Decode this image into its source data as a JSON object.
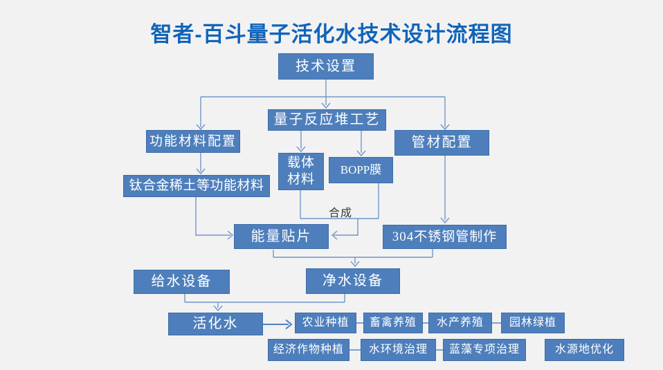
{
  "title": "智者-百斗量子活化水技术设计流程图",
  "synthesis_label": "合成",
  "colors": {
    "background": "#F2F2F3",
    "title": "#1164B9",
    "box_fill": "#4E7FBC",
    "box_border": "#3C6CA6",
    "box_text": "#FFFFFF",
    "line": "#7096C8",
    "arrow_strong": "#4F81BD",
    "row_connector": "#7DA0CE",
    "synthesis_text": "#383838"
  },
  "nodes": {
    "tech_setup": {
      "label": "技术设置"
    },
    "func_material_config": {
      "label": "功能材料配置"
    },
    "quantum_reactor": {
      "label": "量子反应堆工艺"
    },
    "pipe_config": {
      "label": "管材配置"
    },
    "titanium_material": {
      "label": "钛合金稀土等功能材料"
    },
    "carrier_material": {
      "label": "载体材料",
      "line1": "载体",
      "line2": "材料"
    },
    "bopp_film": {
      "label": "BOPP膜"
    },
    "energy_patch": {
      "label": "能量贴片"
    },
    "steel_pipe": {
      "label": "304不锈钢管制作"
    },
    "water_supply": {
      "label": "给水设备"
    },
    "water_purifier": {
      "label": "净水设备"
    },
    "activated_water": {
      "label": "活化水"
    },
    "agriculture": {
      "label": "农业种植"
    },
    "livestock": {
      "label": "畜禽养殖"
    },
    "aquaculture": {
      "label": "水产养殖"
    },
    "garden_plants": {
      "label": "园林绿植"
    },
    "cash_crops": {
      "label": "经济作物种植"
    },
    "water_env": {
      "label": "水环境治理"
    },
    "algae_control": {
      "label": "蓝藻专项治理"
    },
    "water_source": {
      "label": "水源地优化"
    }
  },
  "edges": [
    {
      "from": "tech_setup",
      "to": "func_material_config"
    },
    {
      "from": "tech_setup",
      "to": "quantum_reactor"
    },
    {
      "from": "tech_setup",
      "to": "pipe_config"
    },
    {
      "from": "func_material_config",
      "to": "titanium_material"
    },
    {
      "from": "quantum_reactor",
      "to": "carrier_material"
    },
    {
      "from": "quantum_reactor",
      "to": "bopp_film"
    },
    {
      "from": "carrier_material",
      "to": "energy_patch",
      "note": "合成"
    },
    {
      "from": "bopp_film",
      "to": "energy_patch",
      "note": "合成"
    },
    {
      "from": "titanium_material",
      "to": "energy_patch"
    },
    {
      "from": "pipe_config",
      "to": "steel_pipe"
    },
    {
      "from": "energy_patch",
      "to": "water_purifier"
    },
    {
      "from": "steel_pipe",
      "to": "water_purifier"
    },
    {
      "from": "water_supply",
      "to": "activated_water"
    },
    {
      "from": "water_purifier",
      "to": "activated_water"
    },
    {
      "from": "activated_water",
      "to": "agriculture"
    },
    {
      "from": "agriculture",
      "to": "livestock"
    },
    {
      "from": "livestock",
      "to": "aquaculture"
    },
    {
      "from": "aquaculture",
      "to": "garden_plants"
    },
    {
      "from": "cash_crops",
      "to": "water_env"
    },
    {
      "from": "water_env",
      "to": "algae_control"
    }
  ]
}
